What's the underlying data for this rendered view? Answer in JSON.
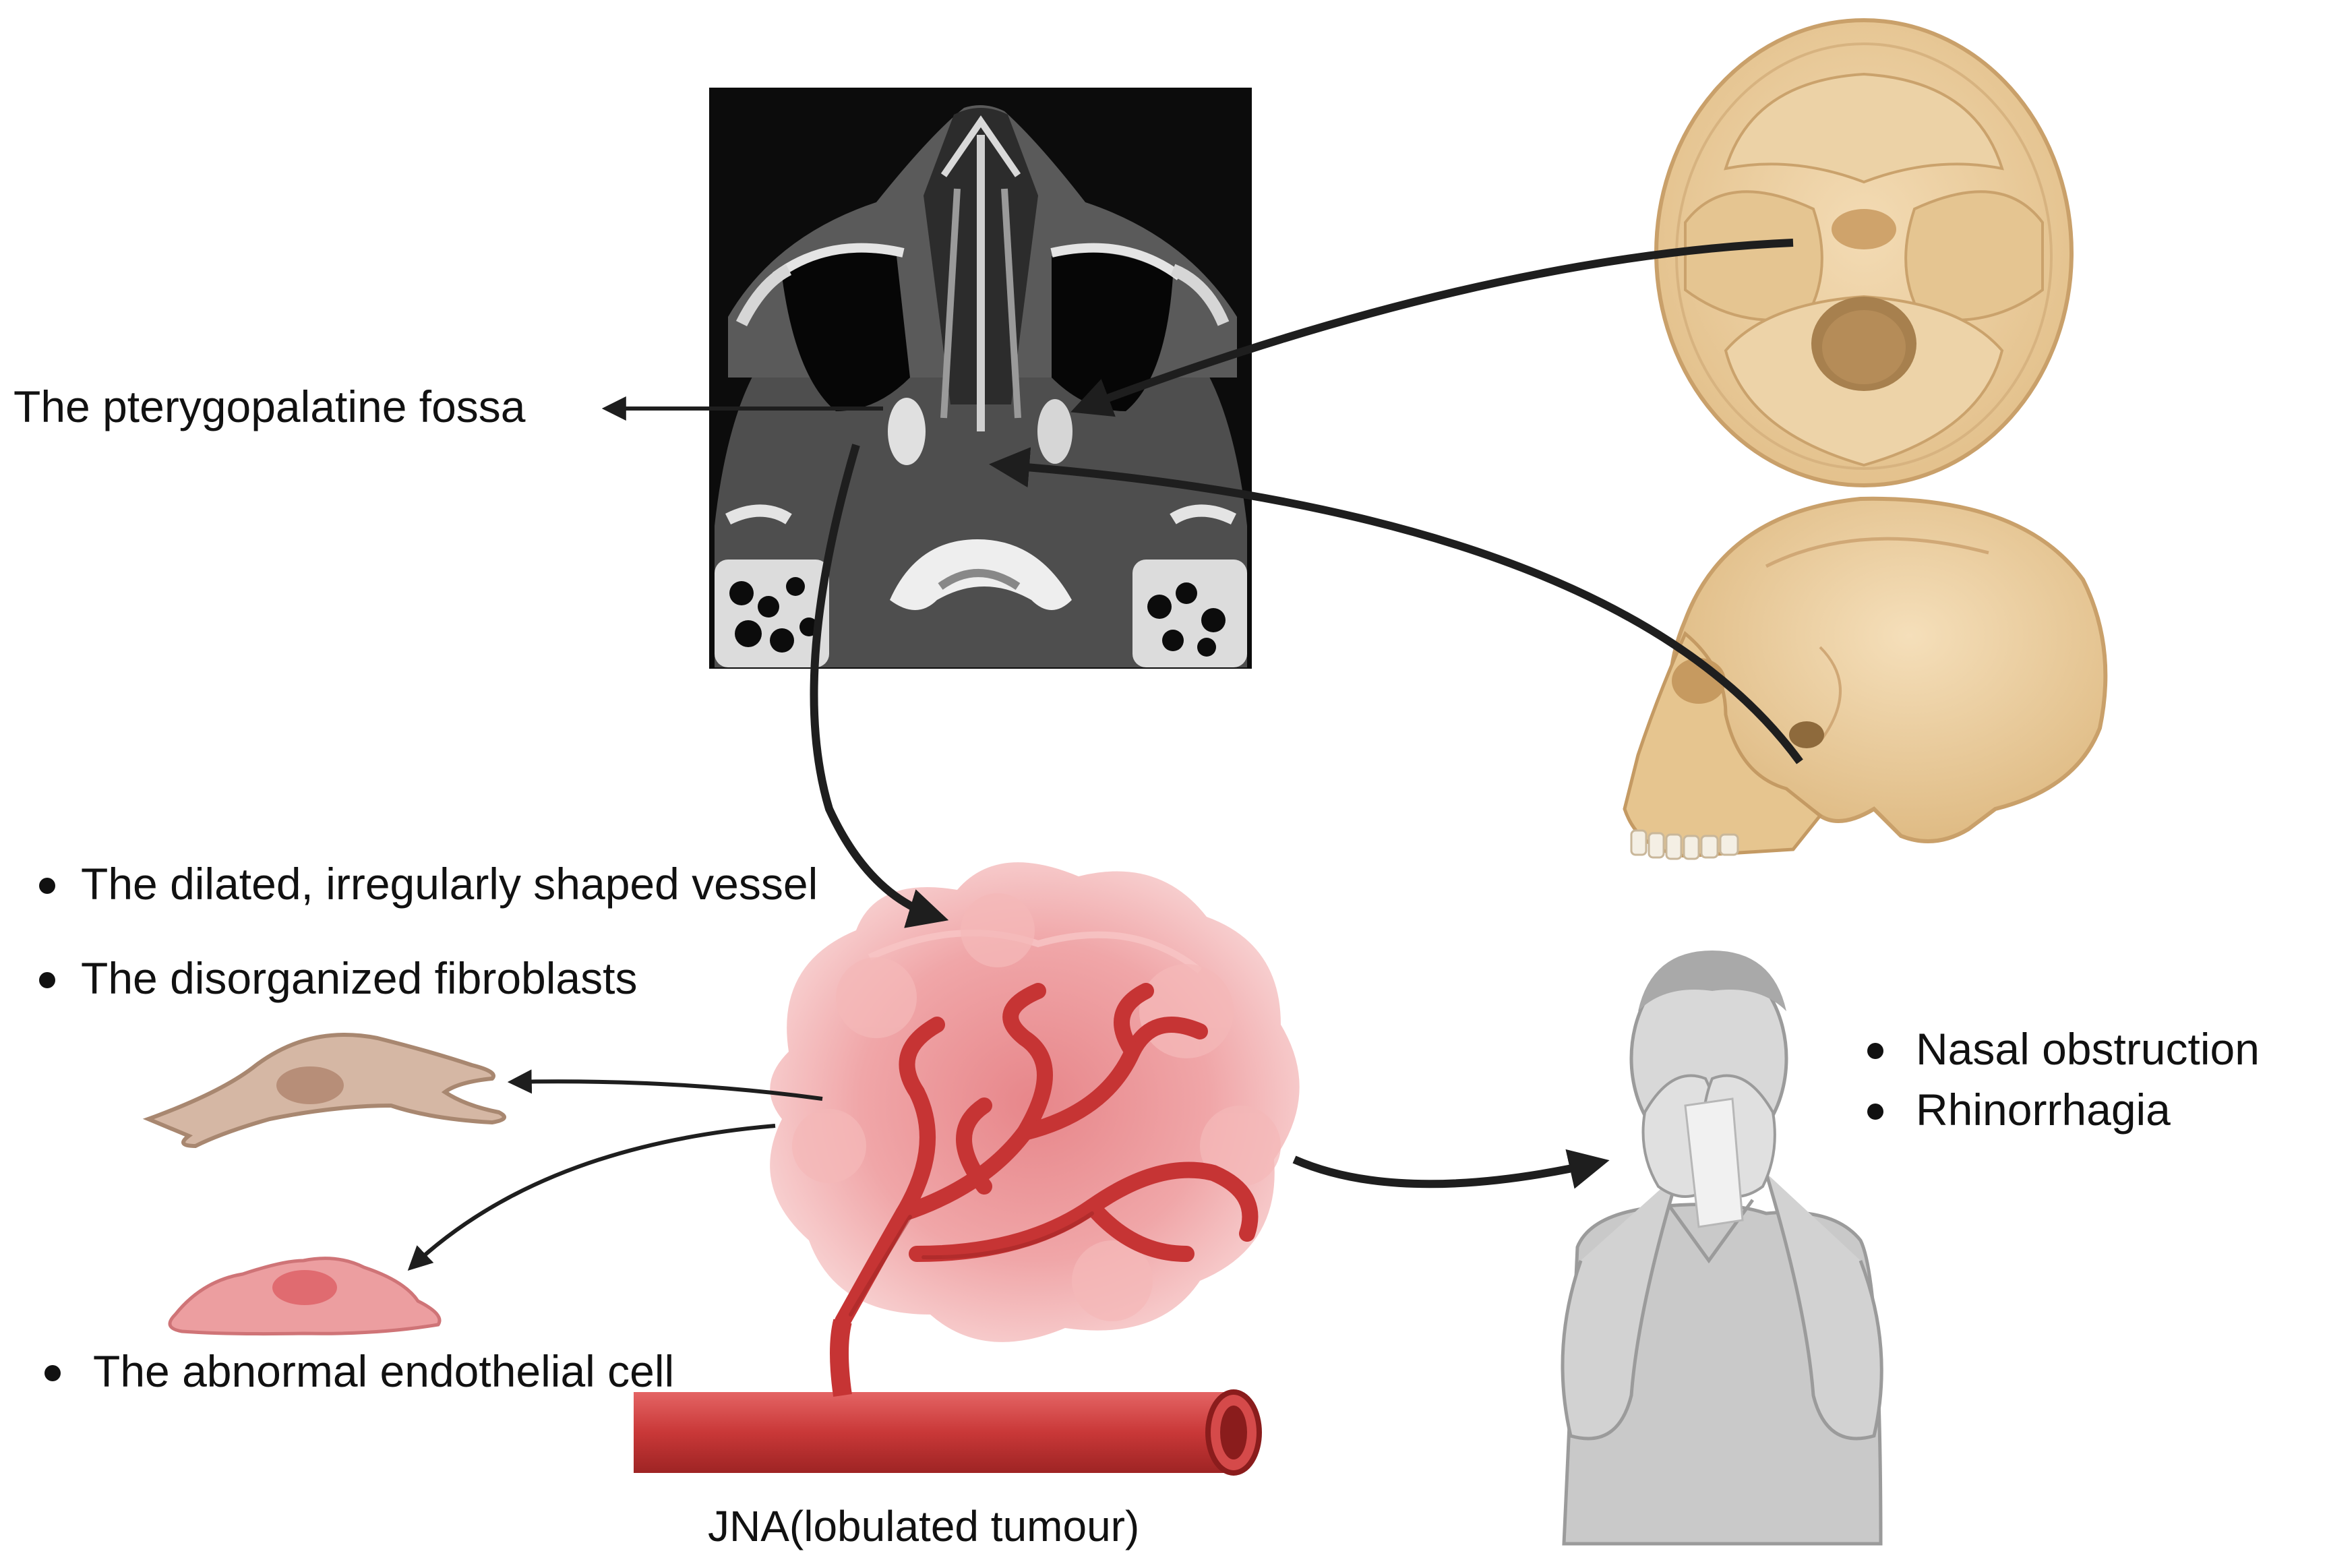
{
  "labels": {
    "fossa": "The pterygopalatine fossa",
    "histology_1": "The dilated, irregularly shaped vessel",
    "histology_2": "The disorganized fibroblasts",
    "endothelial": "The abnormal endothelial cell",
    "symptom_1": "Nasal obstruction",
    "symptom_2": "Rhinorrhagia",
    "caption": "JNA(lobulated tumour)"
  },
  "colors": {
    "ct_background": "#0c0c0c",
    "bone": "#e8e0cc",
    "skull": "#e7c99b",
    "skull_dark": "#b78f5c",
    "tumour_pink": "#f3b8b8",
    "vessel_red": "#cf3b3b",
    "vessel_dark": "#9e2424",
    "fibroblast": "#d5b7a4",
    "endothelial": "#ec9ea0",
    "person_gray": "#c9c9c9",
    "arrow": "#1e1e1e"
  },
  "icons": [
    "ct-scan-image",
    "skull-base-top-view",
    "skull-side-view",
    "tumour-vessel-cluster",
    "fibroblast-cell",
    "endothelial-cell",
    "person-nosebleed",
    "feeder-artery"
  ]
}
